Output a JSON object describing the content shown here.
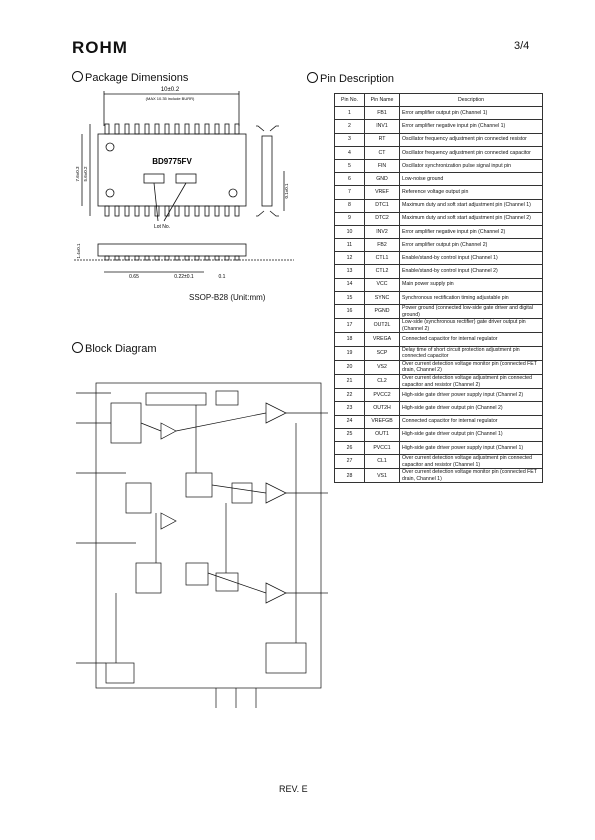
{
  "header": {
    "logo": "ROHM",
    "page": "3/4"
  },
  "package": {
    "section_title": "Package Dimensions",
    "chip_label": "BD9775FV",
    "top_dim": "10±0.2",
    "top_dim_note": "(MAX 10.35 include BURR)",
    "side_dim_a": "7.6±0.3",
    "side_dim_b": "5.6±0.2",
    "lot_label": "Lot No.",
    "thick_dim": "1.4±0.1",
    "right_dim": "0.1±0.1",
    "pitch": "0.65",
    "lead_w": "0.22±0.1",
    "flat_dim": "0.1",
    "caption": "SSOP-B28   (Unit:mm)"
  },
  "pins": {
    "section_title": "Pin Description",
    "headers": [
      "Pin No.",
      "Pin Name",
      "Description"
    ],
    "rows": [
      {
        "no": "1",
        "name": "FB1",
        "desc": "Error amplifier output pin (Channel 1)"
      },
      {
        "no": "2",
        "name": "INV1",
        "desc": "Error amplifier negative input pin (Channel 1)"
      },
      {
        "no": "3",
        "name": "RT",
        "desc": "Oscillator frequency adjustment pin connected resistor"
      },
      {
        "no": "4",
        "name": "CT",
        "desc": "Oscillator frequency adjustment pin connected capacitor"
      },
      {
        "no": "5",
        "name": "FIN",
        "desc": "Oscillator synchronization pulse signal input pin"
      },
      {
        "no": "6",
        "name": "GND",
        "desc": "Low-noise ground"
      },
      {
        "no": "7",
        "name": "VREF",
        "desc": "Reference voltage output pin"
      },
      {
        "no": "8",
        "name": "DTC1",
        "desc": "Maximum duty and soft start adjustment pin (Channel 1)"
      },
      {
        "no": "9",
        "name": "DTC2",
        "desc": "Maximum duty and soft start adjustment pin (Channel 2)"
      },
      {
        "no": "10",
        "name": "INV2",
        "desc": "Error amplifier negative input pin (Channel 2)"
      },
      {
        "no": "11",
        "name": "FB2",
        "desc": "Error amplifier output pin (Channel 2)"
      },
      {
        "no": "12",
        "name": "CTL1",
        "desc": "Enable/stand-by control input (Channel 1)"
      },
      {
        "no": "13",
        "name": "CTL2",
        "desc": "Enable/stand-by control input (Channel 2)"
      },
      {
        "no": "14",
        "name": "VCC",
        "desc": "Main power supply pin"
      },
      {
        "no": "15",
        "name": "SYNC",
        "desc": "Synchronous rectification timing adjustable pin"
      },
      {
        "no": "16",
        "name": "PGND",
        "desc": "Power ground (connected low-side gate driver and digital ground)"
      },
      {
        "no": "17",
        "name": "OUT2L",
        "desc": "Low-side (synchronous rectifier) gate driver output pin (Channel 2)"
      },
      {
        "no": "18",
        "name": "VREGA",
        "desc": "Connected capacitor for internal regulator"
      },
      {
        "no": "19",
        "name": "SCP",
        "desc": "Delay time of short circuit protection adjustment pin connected capacitor"
      },
      {
        "no": "20",
        "name": "VS2",
        "desc": "Over current detection voltage monitor pin (connected FET drain, Channel 2)"
      },
      {
        "no": "21",
        "name": "CL2",
        "desc": "Over current detection voltage adjustment pin connected capacitor and resistor (Channel 2)"
      },
      {
        "no": "22",
        "name": "PVCC2",
        "desc": "High-side gate driver power supply input (Channel 2)"
      },
      {
        "no": "23",
        "name": "OUT2H",
        "desc": "High-side gate driver output pin (Channel 2)"
      },
      {
        "no": "24",
        "name": "VREFGB",
        "desc": "Connected capacitor for internal regulator"
      },
      {
        "no": "25",
        "name": "OUT1",
        "desc": "High-side gate driver output pin (Channel 1)"
      },
      {
        "no": "26",
        "name": "PVCC1",
        "desc": "High-side gate driver power supply input (Channel 1)"
      },
      {
        "no": "27",
        "name": "CL1",
        "desc": "Over current detection voltage adjustment pin connected capacitor and resistor (Channel 1)"
      },
      {
        "no": "28",
        "name": "VS1",
        "desc": "Over current detection voltage monitor pin (connected FET drain, Channel 1)"
      }
    ]
  },
  "block": {
    "section_title": "Block Diagram"
  },
  "footer": {
    "rev": "REV. E"
  }
}
